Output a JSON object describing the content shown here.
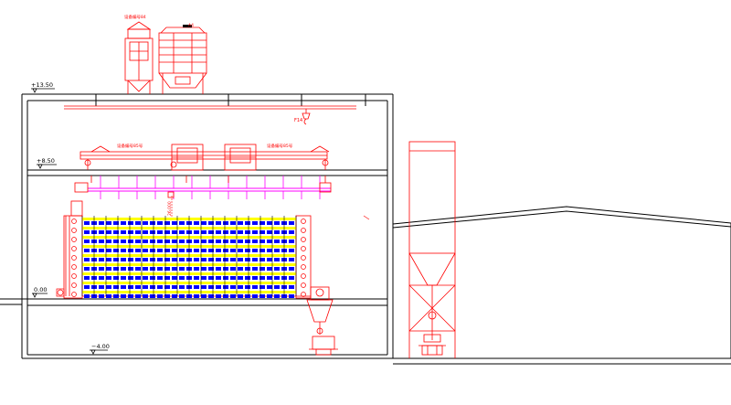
{
  "drawing": {
    "title": "",
    "elevations": {
      "top": "+13.50",
      "mid": "+8.50",
      "ground": "0.00",
      "pit": "−4.00"
    },
    "labels": {
      "top_unit": "设备编号84",
      "top_unit_code": "A4",
      "crane": "F14",
      "beam_left": "设备编号85号",
      "beam_right": "设备编号85号",
      "vertical_dim": "26.000"
    }
  },
  "colors": {
    "structure": "#000000",
    "equipment": "#ff0000",
    "piping": "#ff00ff",
    "fill_yellow": "#ffff00",
    "fill_blue": "#0000ff"
  }
}
